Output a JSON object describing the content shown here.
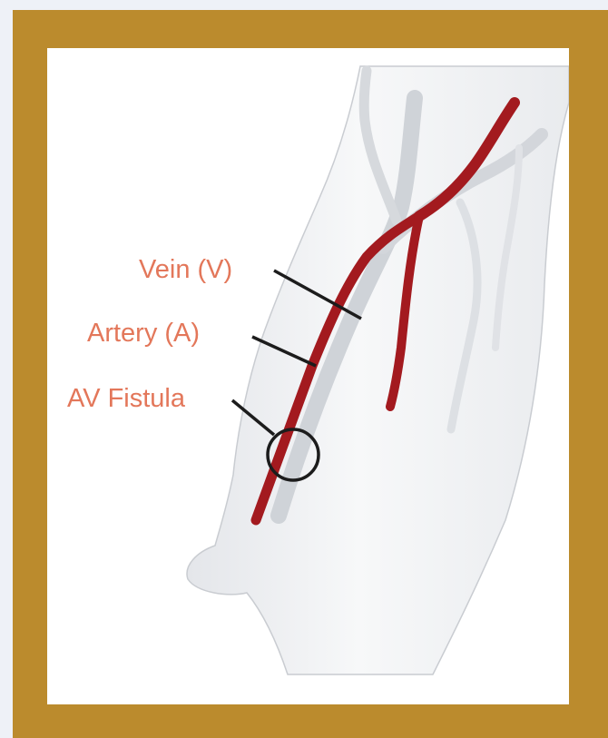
{
  "labels": {
    "vein": "Vein (V)",
    "artery": "Artery (A)",
    "av_fistula": "AV Fistula"
  },
  "colors": {
    "frame": "#bb8b2d",
    "panel": "#ffffff",
    "label_text": "#e3775a",
    "artery": "#a31a1f",
    "vein": "#cfd3d8",
    "leader_line": "#1c1c1c"
  }
}
